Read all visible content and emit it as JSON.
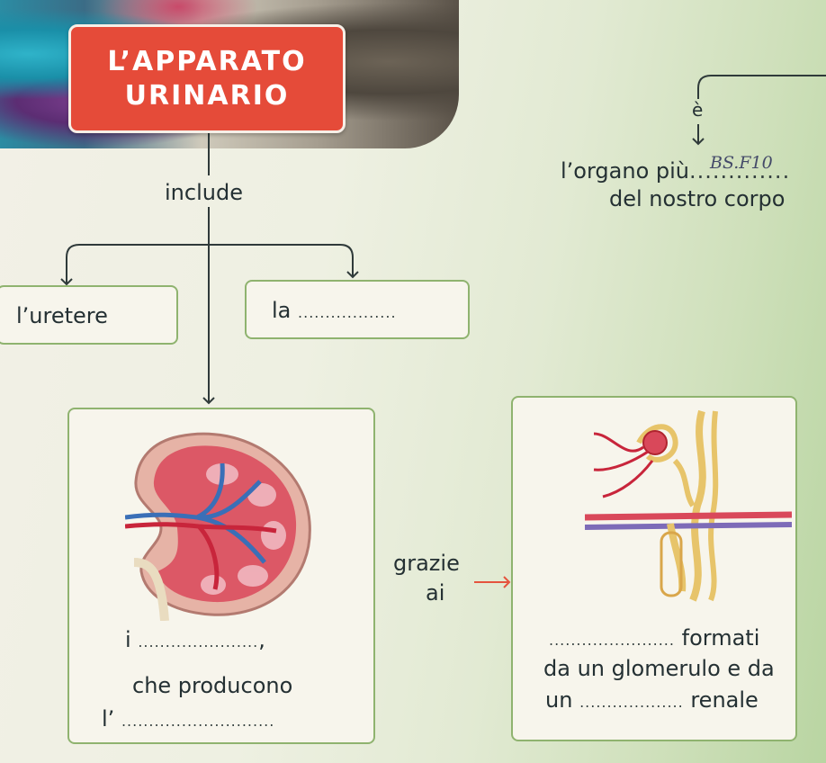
{
  "title": {
    "line1": "L’APPARATO",
    "line2": "URINARIO"
  },
  "links": {
    "include": "include",
    "e": "è",
    "grazie": "grazie",
    "ai": "ai"
  },
  "organ_text": {
    "line1_prefix": "l’organo più",
    "line1_blank": ".............",
    "handwritten_answer": "BS.F10",
    "line2": "del nostro corpo"
  },
  "ureter_box": {
    "label": "l’uretere"
  },
  "bladder_box": {
    "prefix": "la",
    "blank": ".................."
  },
  "kidney_box": {
    "line1_prefix": "i",
    "line1_blank": "......................",
    "line1_suffix": ",",
    "line2": "che producono",
    "line3_prefix": "l’",
    "line3_blank": "............................"
  },
  "nephron_box": {
    "line1_blank": ".......................",
    "line1_suffix": "formati",
    "line2": "da un glomerulo e da",
    "line3_prefix": "un",
    "line3_blank": "...................",
    "line3_suffix": "renale"
  },
  "colors": {
    "title_red": "#e54b39",
    "box_border": "#8fb36f",
    "arrow": "#2f3a3a",
    "red_arrow": "#e5543e",
    "kidney_red": "#d9485a",
    "vessel_blue": "#3a6fb7"
  }
}
